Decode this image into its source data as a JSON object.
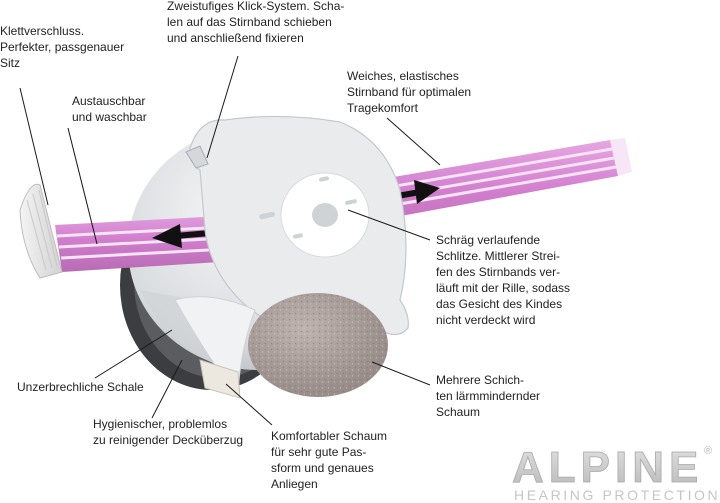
{
  "labels": {
    "velcro": "Klettverschluss.\nPerfekter, passgenauer\nSitz",
    "click_system": "Zweistufiges Klick-System. Scha-\nlen auf das Stirnband schieben\nund anschließend fixieren",
    "exchangeable": "Austauschbar\nund waschbar",
    "headband": "Weiches, elastisches\nStirnband für optimalen\nTragekomfort",
    "slanted_slots": "Schräg verlaufende\nSchlitze. Mittlerer Strei-\nfen des Stirnbands ver-\nläuft mit der Rille, sodass\ndas Gesicht des Kindes\nnicht verdeckt wird",
    "unbreakable_shell": "Unzerbrechliche Schale",
    "foam_layers": "Mehrere Schich-\nten lärmmindernder\nSchaum",
    "hygienic_cover": "Hygienischer, problemlos\nzu reinigender Decküberzug",
    "comfort_foam": "Komfortabler Schaum\nfür sehr gute Pas-\nsform und genaues\nAnliegen"
  },
  "brand": {
    "name": "ALPINE",
    "registered": "®",
    "tagline": "HEARING PROTECTION"
  },
  "colors": {
    "band_pink": "#d98bd6",
    "band_stripe": "#f6e3f4",
    "shell_light": "#eceff1",
    "shell_shadow": "#b9bec2",
    "plate": "#e9ebed",
    "foam": "#a89b98",
    "shell_dark": "#3c3d40",
    "brand_grey": "#c9c9c9"
  }
}
